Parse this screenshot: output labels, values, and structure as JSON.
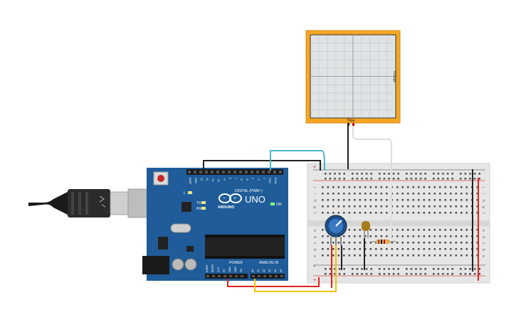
{
  "oscilloscope": {
    "y_label": "Voltage",
    "x_label": "Time",
    "frame_color": "#f5a623"
  },
  "arduino": {
    "brand": "ARDUINO",
    "model": "UNO",
    "label_digital": "DIGITAL (PWM~)",
    "label_power": "POWER",
    "label_analog": "ANALOG IN",
    "label_on": "ON",
    "label_l": "L",
    "label_tx": "TX",
    "label_rx": "RX",
    "label_aref": "AREF",
    "label_gnd": "GND",
    "digital_pins": [
      "13",
      "12",
      "~11",
      "~10",
      "~9",
      "8",
      "7",
      "~6",
      "~5",
      "4",
      "~3",
      "2",
      "TX▸1",
      "RX◂0"
    ],
    "power_pins": [
      "IOREF",
      "RESET",
      "3.3V",
      "5V",
      "GND",
      "GND",
      "Vin"
    ],
    "analog_pins": [
      "A0",
      "A1",
      "A2",
      "A3",
      "A4",
      "A5"
    ],
    "board_color": "#1f5c99"
  },
  "breadboard": {
    "row_letters_top": [
      "j",
      "i",
      "h",
      "g",
      "f"
    ],
    "row_letters_bottom": [
      "e",
      "d",
      "c",
      "b",
      "a"
    ],
    "plus": "+",
    "minus": "−",
    "columns": 30
  },
  "wires": {
    "red": "#e2231a",
    "black": "#222222",
    "cyan": "#4ab7c9",
    "yellow": "#f2c500",
    "white": "#dddddd"
  }
}
